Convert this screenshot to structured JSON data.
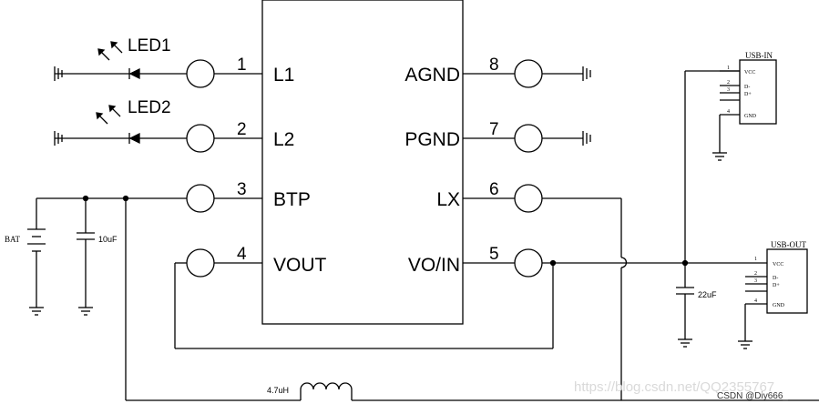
{
  "chip": {
    "left_pins": [
      {
        "num": "1",
        "label": "L1"
      },
      {
        "num": "2",
        "label": "L2"
      },
      {
        "num": "3",
        "label": "BTP"
      },
      {
        "num": "4",
        "label": "VOUT"
      }
    ],
    "right_pins": [
      {
        "num": "8",
        "label": "AGND"
      },
      {
        "num": "7",
        "label": "PGND"
      },
      {
        "num": "6",
        "label": "LX"
      },
      {
        "num": "5",
        "label": "VO/IN"
      }
    ]
  },
  "leds": {
    "led1": "LED1",
    "led2": "LED2"
  },
  "components": {
    "battery": "BAT",
    "cap_in": "10uF",
    "cap_out": "22uF",
    "inductor": "4.7uH"
  },
  "usb_in": {
    "title": "USB-IN",
    "pins": [
      {
        "num": "1",
        "name": "VCC"
      },
      {
        "num": "2",
        "name": "D-"
      },
      {
        "num": "3",
        "name": "D+"
      },
      {
        "num": "4",
        "name": "GND"
      }
    ]
  },
  "usb_out": {
    "title": "USB-OUT",
    "pins": [
      {
        "num": "1",
        "name": "VCC"
      },
      {
        "num": "2",
        "name": "D-"
      },
      {
        "num": "3",
        "name": "D+"
      },
      {
        "num": "4",
        "name": "GND"
      }
    ]
  },
  "watermark": "https://blog.csdn.net/QQ2355767",
  "credit": "CSDN @Diy666_"
}
